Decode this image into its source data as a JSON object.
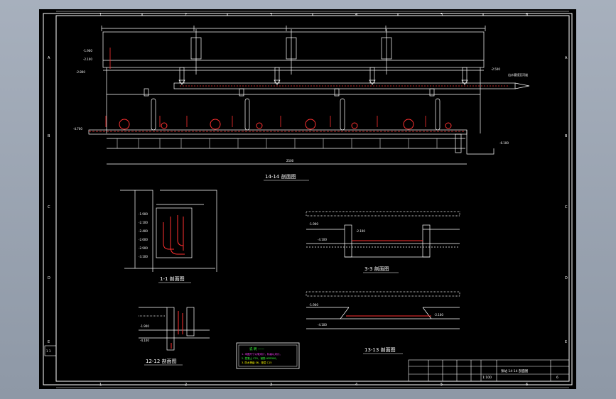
{
  "colors": {
    "background": "#000000",
    "frame": "#ffffff",
    "rebar": "#ff2a2a",
    "note_green": "#3cff3c",
    "note_yellow": "#ffff00",
    "note_magenta": "#ff3cff",
    "app_background": "#9aa3b0"
  },
  "frame": {
    "top_marks": [
      "1",
      "2",
      "3",
      "4",
      "5",
      "6"
    ],
    "bottom_marks": [
      "1",
      "2",
      "3",
      "4",
      "5",
      "6"
    ],
    "left_marks": [
      "A",
      "B",
      "C",
      "D",
      "E"
    ],
    "right_marks": [
      "A",
      "B",
      "C",
      "D",
      "E"
    ],
    "left_stamp": "1 1"
  },
  "views": {
    "main": "14-14 剖面图",
    "section_1": "1-1 剖面图",
    "section_3": "3-3 剖面图",
    "section_12": "12-12 剖面图",
    "section_13": "13-13 剖面图"
  },
  "main_section": {
    "elevations_left": [
      "-1.900",
      "-2.100",
      "-2.800",
      "-4.700"
    ],
    "elevation_right_top": "-2.500",
    "elevation_right_bottom": "-6.100",
    "bottom_dim_total": "2500",
    "pipe_note_right": "出水管接至河道"
  },
  "section_1": {
    "elevations": [
      "-1.900",
      "-2.100",
      "-2.400",
      "-2.600",
      "-2.900",
      "-3.100"
    ]
  },
  "section_3": {
    "elevations": [
      "-1.900",
      "-2.100",
      "-4.100"
    ]
  },
  "section_12": {
    "elevations": [
      "-1.900",
      "-4.100"
    ]
  },
  "section_13": {
    "elevations": [
      "-1.900",
      "-2.100",
      "-4.100"
    ]
  },
  "notes_box": {
    "line1": "说 明 ——",
    "line2": "1. 本图尺寸以毫米计，标高以米计。",
    "line3": "2. 混凝土 C25，钢筋 HPB300。",
    "line4": "3. 防水等级 S6，垫层 C15"
  },
  "title_block": {
    "drawing_name": "泵站 14-14 剖面图",
    "scale": "1:100",
    "sheet": "6"
  }
}
